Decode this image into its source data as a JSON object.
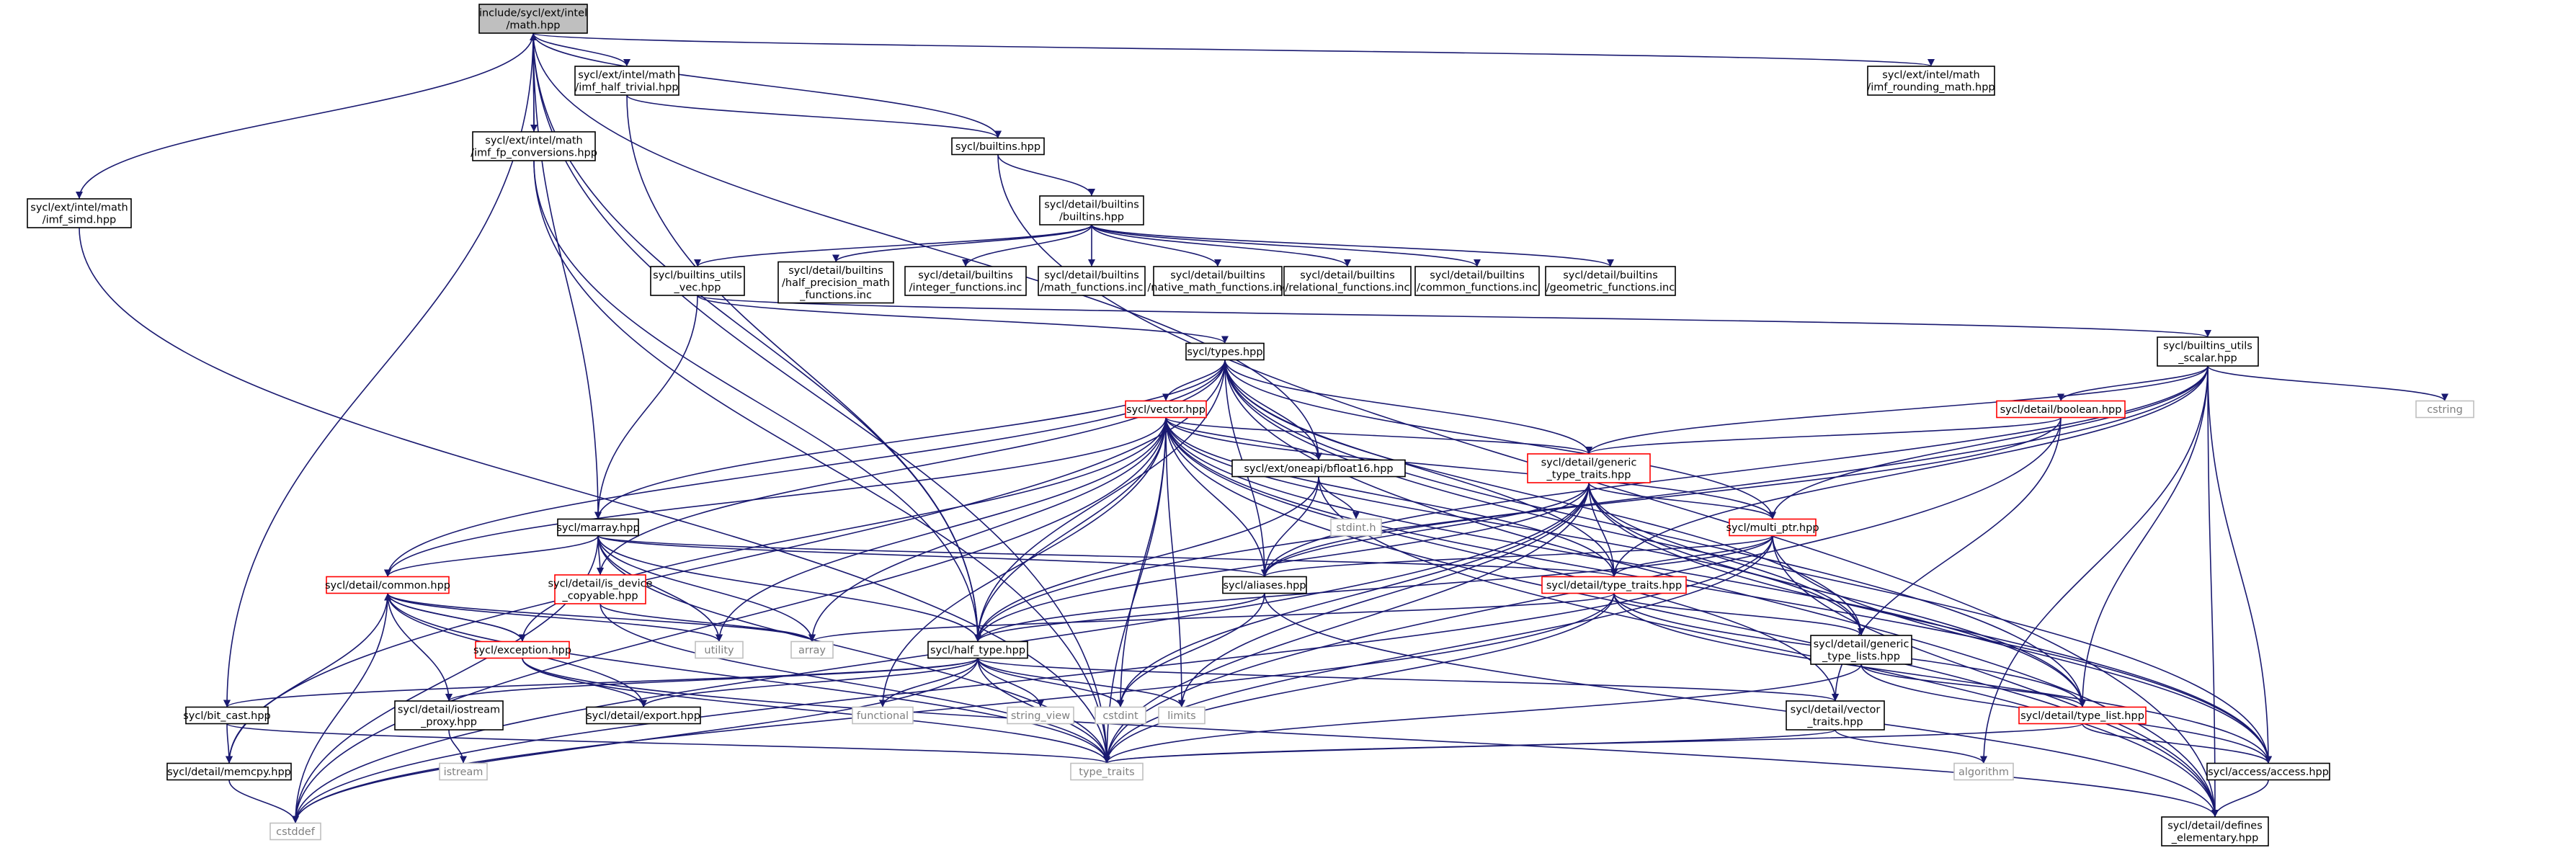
{
  "graph": {
    "colors": {
      "edge": "#191970",
      "root_fill": "#bfbfbf",
      "root_border": "#000000",
      "node_border": "#000000",
      "truncated_border": "#ff0000",
      "system_border": "#bfbfbf",
      "node_fill": "#ffffff",
      "text": "#000000",
      "system_text": "#7f7f7f"
    },
    "nodes": [
      {
        "id": "math",
        "kind": "root",
        "lines": [
          "include/sycl/ext/intel",
          "/math.hpp"
        ]
      },
      {
        "id": "imf_simd",
        "kind": "normal",
        "lines": [
          "sycl/ext/intel/math",
          "/imf_simd.hpp"
        ]
      },
      {
        "id": "imf_half_trivial",
        "kind": "normal",
        "lines": [
          "sycl/ext/intel/math",
          "/imf_half_trivial.hpp"
        ]
      },
      {
        "id": "imf_fp_conversions",
        "kind": "normal",
        "lines": [
          "sycl/ext/intel/math",
          "/imf_fp_conversions.hpp"
        ]
      },
      {
        "id": "imf_rounding_math",
        "kind": "normal",
        "lines": [
          "sycl/ext/intel/math",
          "/imf_rounding_math.hpp"
        ]
      },
      {
        "id": "builtins",
        "kind": "normal",
        "lines": [
          "sycl/builtins.hpp"
        ]
      },
      {
        "id": "detail_builtins",
        "kind": "normal",
        "lines": [
          "sycl/detail/builtins",
          "/builtins.hpp"
        ]
      },
      {
        "id": "builtins_utils_vec",
        "kind": "normal",
        "lines": [
          "sycl/builtins_utils",
          "_vec.hpp"
        ]
      },
      {
        "id": "half_precision",
        "kind": "normal",
        "lines": [
          "sycl/detail/builtins",
          "/half_precision_math",
          "_functions.inc"
        ]
      },
      {
        "id": "integer_functions",
        "kind": "normal",
        "lines": [
          "sycl/detail/builtins",
          "/integer_functions.inc"
        ]
      },
      {
        "id": "math_functions",
        "kind": "normal",
        "lines": [
          "sycl/detail/builtins",
          "/math_functions.inc"
        ]
      },
      {
        "id": "native_math",
        "kind": "normal",
        "lines": [
          "sycl/detail/builtins",
          "/native_math_functions.inc"
        ]
      },
      {
        "id": "relational",
        "kind": "normal",
        "lines": [
          "sycl/detail/builtins",
          "/relational_functions.inc"
        ]
      },
      {
        "id": "common_functions",
        "kind": "normal",
        "lines": [
          "sycl/detail/builtins",
          "/common_functions.inc"
        ]
      },
      {
        "id": "geometric",
        "kind": "normal",
        "lines": [
          "sycl/detail/builtins",
          "/geometric_functions.inc"
        ]
      },
      {
        "id": "types",
        "kind": "normal",
        "lines": [
          "sycl/types.hpp"
        ]
      },
      {
        "id": "builtins_utils_scalar",
        "kind": "normal",
        "lines": [
          "sycl/builtins_utils",
          "_scalar.hpp"
        ]
      },
      {
        "id": "vector",
        "kind": "truncated",
        "lines": [
          "sycl/vector.hpp"
        ]
      },
      {
        "id": "boolean",
        "kind": "truncated",
        "lines": [
          "sycl/detail/boolean.hpp"
        ]
      },
      {
        "id": "cstring",
        "kind": "system",
        "lines": [
          "cstring"
        ]
      },
      {
        "id": "bfloat16",
        "kind": "normal",
        "lines": [
          "sycl/ext/oneapi/bfloat16.hpp"
        ]
      },
      {
        "id": "generic_type_traits",
        "kind": "truncated",
        "lines": [
          "sycl/detail/generic",
          "_type_traits.hpp"
        ]
      },
      {
        "id": "stdint",
        "kind": "system",
        "lines": [
          "stdint.h"
        ]
      },
      {
        "id": "marray",
        "kind": "normal",
        "lines": [
          "sycl/marray.hpp"
        ]
      },
      {
        "id": "multi_ptr",
        "kind": "truncated",
        "lines": [
          "sycl/multi_ptr.hpp"
        ]
      },
      {
        "id": "aliases",
        "kind": "normal",
        "lines": [
          "sycl/aliases.hpp"
        ]
      },
      {
        "id": "common",
        "kind": "truncated",
        "lines": [
          "sycl/detail/common.hpp"
        ]
      },
      {
        "id": "is_device_copyable",
        "kind": "truncated",
        "lines": [
          "sycl/detail/is_device",
          "_copyable.hpp"
        ]
      },
      {
        "id": "type_traits_detail",
        "kind": "truncated",
        "lines": [
          "sycl/detail/type_traits.hpp"
        ]
      },
      {
        "id": "utility",
        "kind": "system",
        "lines": [
          "utility"
        ]
      },
      {
        "id": "array",
        "kind": "system",
        "lines": [
          "array"
        ]
      },
      {
        "id": "exception",
        "kind": "truncated",
        "lines": [
          "sycl/exception.hpp"
        ]
      },
      {
        "id": "half_type",
        "kind": "normal",
        "lines": [
          "sycl/half_type.hpp"
        ]
      },
      {
        "id": "generic_type_lists",
        "kind": "normal",
        "lines": [
          "sycl/detail/generic",
          "_type_lists.hpp"
        ]
      },
      {
        "id": "bit_cast",
        "kind": "normal",
        "lines": [
          "sycl/bit_cast.hpp"
        ]
      },
      {
        "id": "iostream_proxy",
        "kind": "normal",
        "lines": [
          "sycl/detail/iostream",
          "_proxy.hpp"
        ]
      },
      {
        "id": "export",
        "kind": "normal",
        "lines": [
          "sycl/detail/export.hpp"
        ]
      },
      {
        "id": "functional",
        "kind": "system",
        "lines": [
          "functional"
        ]
      },
      {
        "id": "string_view",
        "kind": "system",
        "lines": [
          "string_view"
        ]
      },
      {
        "id": "cstdint",
        "kind": "system",
        "lines": [
          "cstdint"
        ]
      },
      {
        "id": "limits",
        "kind": "system",
        "lines": [
          "limits"
        ]
      },
      {
        "id": "vector_traits",
        "kind": "normal",
        "lines": [
          "sycl/detail/vector",
          "_traits.hpp"
        ]
      },
      {
        "id": "type_list",
        "kind": "truncated",
        "lines": [
          "sycl/detail/type_list.hpp"
        ]
      },
      {
        "id": "memcpy",
        "kind": "normal",
        "lines": [
          "sycl/detail/memcpy.hpp"
        ]
      },
      {
        "id": "istream",
        "kind": "system",
        "lines": [
          "istream"
        ]
      },
      {
        "id": "type_traits_std",
        "kind": "system",
        "lines": [
          "type_traits"
        ]
      },
      {
        "id": "algorithm",
        "kind": "system",
        "lines": [
          "algorithm"
        ]
      },
      {
        "id": "access",
        "kind": "normal",
        "lines": [
          "sycl/access/access.hpp"
        ]
      },
      {
        "id": "cstddef",
        "kind": "system",
        "lines": [
          "cstddef"
        ]
      },
      {
        "id": "defines_elementary",
        "kind": "normal",
        "lines": [
          "sycl/detail/defines",
          "_elementary.hpp"
        ]
      }
    ],
    "edges": [
      [
        "math",
        "imf_simd"
      ],
      [
        "math",
        "imf_half_trivial"
      ],
      [
        "math",
        "imf_fp_conversions"
      ],
      [
        "math",
        "imf_rounding_math"
      ],
      [
        "math",
        "builtins"
      ],
      [
        "math",
        "bit_cast"
      ],
      [
        "math",
        "half_type"
      ],
      [
        "math",
        "type_traits_std"
      ],
      [
        "math",
        "bfloat16"
      ],
      [
        "math",
        "marray"
      ],
      [
        "imf_fp_conversions",
        "math"
      ],
      [
        "imf_fp_conversions",
        "half_type"
      ],
      [
        "imf_fp_conversions",
        "type_traits_std"
      ],
      [
        "imf_half_trivial",
        "builtins"
      ],
      [
        "imf_half_trivial",
        "half_type"
      ],
      [
        "imf_simd",
        "type_traits_std"
      ],
      [
        "builtins",
        "detail_builtins"
      ],
      [
        "builtins",
        "defines_elementary"
      ],
      [
        "detail_builtins",
        "builtins_utils_vec"
      ],
      [
        "detail_builtins",
        "half_precision"
      ],
      [
        "detail_builtins",
        "integer_functions"
      ],
      [
        "detail_builtins",
        "math_functions"
      ],
      [
        "detail_builtins",
        "native_math"
      ],
      [
        "detail_builtins",
        "relational"
      ],
      [
        "detail_builtins",
        "common_functions"
      ],
      [
        "detail_builtins",
        "geometric"
      ],
      [
        "builtins_utils_vec",
        "builtins_utils_scalar"
      ],
      [
        "builtins_utils_vec",
        "types"
      ],
      [
        "builtins_utils_vec",
        "marray"
      ],
      [
        "builtins_utils_scalar",
        "boolean"
      ],
      [
        "builtins_utils_scalar",
        "cstring"
      ],
      [
        "builtins_utils_scalar",
        "generic_type_traits"
      ],
      [
        "builtins_utils_scalar",
        "multi_ptr"
      ],
      [
        "builtins_utils_scalar",
        "aliases"
      ],
      [
        "builtins_utils_scalar",
        "type_traits_detail"
      ],
      [
        "builtins_utils_scalar",
        "access"
      ],
      [
        "builtins_utils_scalar",
        "defines_elementary"
      ],
      [
        "builtins_utils_scalar",
        "algorithm"
      ],
      [
        "builtins_utils_scalar",
        "type_list"
      ],
      [
        "builtins_utils_scalar",
        "half_type"
      ],
      [
        "types",
        "vector"
      ],
      [
        "types",
        "bfloat16"
      ],
      [
        "types",
        "generic_type_traits"
      ],
      [
        "types",
        "multi_ptr"
      ],
      [
        "types",
        "aliases"
      ],
      [
        "types",
        "marray"
      ],
      [
        "types",
        "common"
      ],
      [
        "types",
        "is_device_copyable"
      ],
      [
        "types",
        "half_type"
      ],
      [
        "types",
        "type_traits_detail"
      ],
      [
        "types",
        "generic_type_lists"
      ],
      [
        "types",
        "access"
      ],
      [
        "types",
        "defines_elementary"
      ],
      [
        "types",
        "memcpy"
      ],
      [
        "types",
        "type_list"
      ],
      [
        "vector",
        "bfloat16"
      ],
      [
        "vector",
        "generic_type_traits"
      ],
      [
        "vector",
        "aliases"
      ],
      [
        "vector",
        "common"
      ],
      [
        "vector",
        "half_type"
      ],
      [
        "vector",
        "multi_ptr"
      ],
      [
        "vector",
        "type_traits_detail"
      ],
      [
        "vector",
        "array"
      ],
      [
        "vector",
        "cstdint"
      ],
      [
        "vector",
        "functional"
      ],
      [
        "vector",
        "type_traits_std"
      ],
      [
        "vector",
        "cstddef"
      ],
      [
        "vector",
        "exception"
      ],
      [
        "vector",
        "access"
      ],
      [
        "vector",
        "generic_type_lists"
      ],
      [
        "vector",
        "vector_traits"
      ],
      [
        "vector",
        "utility"
      ],
      [
        "vector",
        "limits"
      ],
      [
        "vector",
        "defines_elementary"
      ],
      [
        "vector",
        "type_list"
      ],
      [
        "boolean",
        "generic_type_traits"
      ],
      [
        "boolean",
        "aliases"
      ],
      [
        "boolean",
        "type_traits_std"
      ],
      [
        "boolean",
        "vector_traits"
      ],
      [
        "bfloat16",
        "aliases"
      ],
      [
        "bfloat16",
        "half_type"
      ],
      [
        "bfloat16",
        "stdint"
      ],
      [
        "bfloat16",
        "defines_elementary"
      ],
      [
        "generic_type_traits",
        "aliases"
      ],
      [
        "generic_type_traits",
        "half_type"
      ],
      [
        "generic_type_traits",
        "type_traits_detail"
      ],
      [
        "generic_type_traits",
        "generic_type_lists"
      ],
      [
        "generic_type_traits",
        "multi_ptr"
      ],
      [
        "generic_type_traits",
        "access"
      ],
      [
        "generic_type_traits",
        "cstdint"
      ],
      [
        "generic_type_traits",
        "limits"
      ],
      [
        "generic_type_traits",
        "type_traits_std"
      ],
      [
        "generic_type_traits",
        "type_list"
      ],
      [
        "generic_type_traits",
        "cstddef"
      ],
      [
        "marray",
        "aliases"
      ],
      [
        "marray",
        "common"
      ],
      [
        "marray",
        "is_device_copyable"
      ],
      [
        "marray",
        "half_type"
      ],
      [
        "marray",
        "array"
      ],
      [
        "marray",
        "type_traits_std"
      ],
      [
        "marray",
        "utility"
      ],
      [
        "marray",
        "cstddef"
      ],
      [
        "marray",
        "type_traits_detail"
      ],
      [
        "multi_ptr",
        "aliases"
      ],
      [
        "multi_ptr",
        "type_traits_detail"
      ],
      [
        "multi_ptr",
        "access"
      ],
      [
        "multi_ptr",
        "defines_elementary"
      ],
      [
        "multi_ptr",
        "cstddef"
      ],
      [
        "multi_ptr",
        "type_traits_std"
      ],
      [
        "multi_ptr",
        "half_type"
      ],
      [
        "aliases",
        "half_type"
      ],
      [
        "aliases",
        "cstdint"
      ],
      [
        "aliases",
        "defines_elementary"
      ],
      [
        "common",
        "exception"
      ],
      [
        "common",
        "export"
      ],
      [
        "common",
        "iostream_proxy"
      ],
      [
        "common",
        "array"
      ],
      [
        "common",
        "utility"
      ],
      [
        "common",
        "memcpy"
      ],
      [
        "common",
        "type_traits_std"
      ],
      [
        "common",
        "cstddef"
      ],
      [
        "exception",
        "common"
      ],
      [
        "exception",
        "export"
      ],
      [
        "exception",
        "type_traits_std"
      ],
      [
        "exception",
        "defines_elementary"
      ],
      [
        "is_device_copyable",
        "array"
      ],
      [
        "is_device_copyable",
        "type_traits_std"
      ],
      [
        "type_traits_detail",
        "generic_type_lists"
      ],
      [
        "type_traits_detail",
        "access"
      ],
      [
        "type_traits_detail",
        "type_list"
      ],
      [
        "type_traits_detail",
        "array"
      ],
      [
        "type_traits_detail",
        "type_traits_std"
      ],
      [
        "type_traits_detail",
        "cstddef"
      ],
      [
        "half_type",
        "bit_cast"
      ],
      [
        "half_type",
        "iostream_proxy"
      ],
      [
        "half_type",
        "export"
      ],
      [
        "half_type",
        "vector_traits"
      ],
      [
        "half_type",
        "functional"
      ],
      [
        "half_type",
        "string_view"
      ],
      [
        "half_type",
        "cstdint"
      ],
      [
        "half_type",
        "limits"
      ],
      [
        "half_type",
        "type_traits_std"
      ],
      [
        "half_type",
        "cstddef"
      ],
      [
        "generic_type_lists",
        "type_list"
      ],
      [
        "generic_type_lists",
        "access"
      ],
      [
        "generic_type_lists",
        "type_traits_std"
      ],
      [
        "bit_cast",
        "memcpy"
      ],
      [
        "bit_cast",
        "type_traits_std"
      ],
      [
        "iostream_proxy",
        "istream"
      ],
      [
        "vector_traits",
        "algorithm"
      ],
      [
        "vector_traits",
        "type_traits_std"
      ],
      [
        "type_list",
        "access"
      ],
      [
        "type_list",
        "type_traits_std"
      ],
      [
        "memcpy",
        "cstddef"
      ],
      [
        "access",
        "defines_elementary"
      ]
    ]
  }
}
